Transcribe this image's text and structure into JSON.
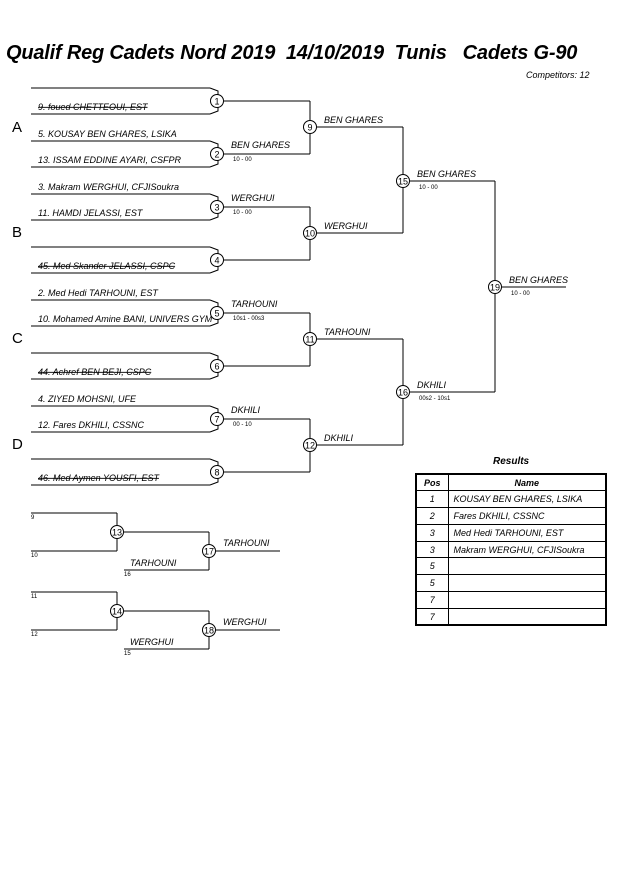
{
  "header": {
    "title": "Qualif Reg Cadets Nord 2019  14/10/2019  Tunis   Cadets G-90",
    "competitors": "Competitors: 12"
  },
  "pools": [
    "A",
    "B",
    "C",
    "D"
  ],
  "entries": [
    {
      "label": "9. foued CHETTEOUI, EST",
      "struck": true
    },
    {
      "label": "5. KOUSAY BEN GHARES, LSIKA",
      "struck": false
    },
    {
      "label": "13. ISSAM EDDINE AYARI, CSFPR",
      "struck": false
    },
    {
      "label": "3. Makram WERGHUI, CFJISoukra",
      "struck": false
    },
    {
      "label": "11. HAMDI JELASSI, EST",
      "struck": false
    },
    {
      "label": "45. Med Skander JELASSI, CSPC",
      "struck": true
    },
    {
      "label": "2. Med Hedi TARHOUNI, EST",
      "struck": false
    },
    {
      "label": "10. Mohamed Amine BANI, UNIVERS GYM",
      "struck": false
    },
    {
      "label": "44. Achref BEN BEJI, CSPC",
      "struck": true
    },
    {
      "label": "4. ZIYED MOHSNI, UFE",
      "struck": false
    },
    {
      "label": "12. Fares DKHILI, CSSNC",
      "struck": false
    },
    {
      "label": "46. Med Aymen YOUSFI, EST",
      "struck": true
    }
  ],
  "matches": [
    {
      "id": "1",
      "winner": "",
      "score": ""
    },
    {
      "id": "2",
      "winner": "BEN GHARES",
      "score": "10 - 00"
    },
    {
      "id": "3",
      "winner": "WERGHUI",
      "score": "10 - 00"
    },
    {
      "id": "4",
      "winner": "",
      "score": ""
    },
    {
      "id": "5",
      "winner": "TARHOUNI",
      "score": "10s1 - 00s3"
    },
    {
      "id": "6",
      "winner": "",
      "score": ""
    },
    {
      "id": "7",
      "winner": "DKHILI",
      "score": "00 - 10"
    },
    {
      "id": "8",
      "winner": "",
      "score": ""
    },
    {
      "id": "9",
      "winner": "BEN GHARES",
      "score": ""
    },
    {
      "id": "10",
      "winner": "WERGHUI",
      "score": ""
    },
    {
      "id": "11",
      "winner": "TARHOUNI",
      "score": ""
    },
    {
      "id": "12",
      "winner": "DKHILI",
      "score": ""
    },
    {
      "id": "15",
      "winner": "BEN GHARES",
      "score": "10 - 00"
    },
    {
      "id": "16",
      "winner": "DKHILI",
      "score": "00s2 - 10s1"
    },
    {
      "id": "19",
      "winner": "BEN GHARES",
      "score": "10 - 00"
    }
  ],
  "repechage": [
    {
      "id": "13",
      "in_top": "9",
      "in_bottom": "10"
    },
    {
      "id": "14",
      "in_top": "11",
      "in_bottom": "12"
    },
    {
      "id": "17",
      "winner": "TARHOUNI",
      "in_from": "16",
      "in_name": "TARHOUNI"
    },
    {
      "id": "18",
      "winner": "WERGHUI",
      "in_from": "15",
      "in_name": "WERGHUI"
    }
  ],
  "results": {
    "title": "Results",
    "columns": [
      "Pos",
      "Name"
    ],
    "rows": [
      {
        "pos": "1",
        "name": "KOUSAY BEN GHARES, LSIKA"
      },
      {
        "pos": "2",
        "name": "Fares DKHILI, CSSNC"
      },
      {
        "pos": "3",
        "name": "Med Hedi TARHOUNI, EST"
      },
      {
        "pos": "3",
        "name": "Makram WERGHUI, CFJISoukra"
      },
      {
        "pos": "5",
        "name": ""
      },
      {
        "pos": "5",
        "name": ""
      },
      {
        "pos": "7",
        "name": ""
      },
      {
        "pos": "7",
        "name": ""
      }
    ]
  }
}
